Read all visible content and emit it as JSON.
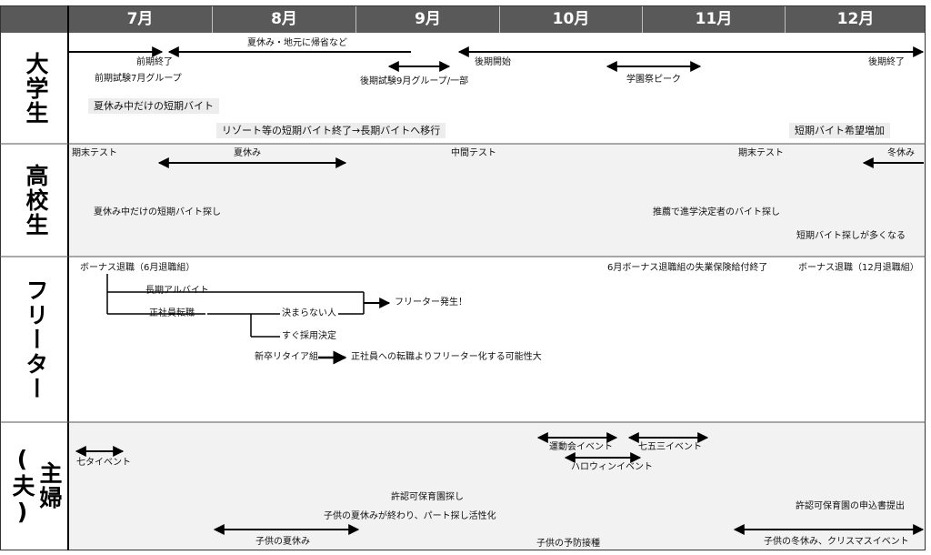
{
  "months": [
    "7月",
    "8月",
    "9月",
    "10月",
    "11月",
    "12月"
  ],
  "categories": {
    "university": "大学生",
    "highschool": "高校生",
    "freeter": "フリーター",
    "housewife": "主婦(夫)"
  },
  "university": {
    "summer_vacation": "夏休み・地元に帰省など",
    "first_term_end": "前期終了",
    "first_exam_july": "前期試験7月グループ",
    "second_term_start": "後期開始",
    "second_term_end": "後期終了",
    "first_exam_sept": "後期試験9月グループ/一部",
    "school_festival": "学園祭ピーク",
    "summer_short_job": "夏休み中だけの短期バイト",
    "resort_shift": "リゾート等の短期バイト終了→長期バイトへ移行",
    "short_job_increase": "短期バイト希望増加"
  },
  "highschool": {
    "final_test_jul": "期末テスト",
    "summer_vacation": "夏休み",
    "midterm_test": "中間テスト",
    "final_test_nov": "期末テスト",
    "winter_vacation": "冬休み",
    "summer_short_job_search": "夏休み中だけの短期バイト探し",
    "recommendation": "推薦で進学決定者のバイト探し",
    "short_job_many": "短期バイト探しが多くなる"
  },
  "freeter": {
    "bonus_resign_june": "ボーナス退職（6月退職組）",
    "long_part_time": "長期アルバイト",
    "career_change": "正社員転職",
    "undecided": "決まらない人",
    "freeter_occur": "フリーター発生！",
    "hired_immediately": "すぐ採用決定",
    "new_grad_retire": "新卒リタイア組",
    "freeter_possible": "正社員への転職よりフリーター化する可能性大",
    "unemployment_end": "6月ボーナス退職組の失業保険給付終了",
    "bonus_resign_dec": "ボーナス退職（12月退職組）"
  },
  "housewife": {
    "tanabata": "七タイベント",
    "sports_day": "運動会イベント",
    "shichigosan": "七五三イベント",
    "halloween": "ハロウィンイベント",
    "daycare_search": "許認可保育園探し",
    "summer_end_job": "子供の夏休みが終わり、パート探し活性化",
    "daycare_apply": "許認可保育園の申込書提出",
    "child_summer": "子供の夏休み",
    "vaccination": "子供の予防接種",
    "winter_christmas": "子供の冬休み、クリスマスイベント"
  }
}
